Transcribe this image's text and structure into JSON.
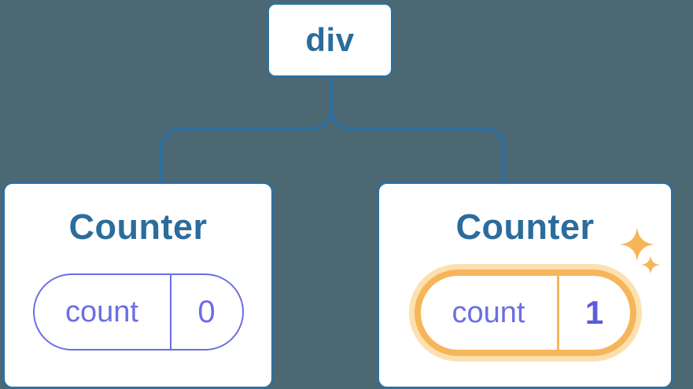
{
  "diagram": {
    "type": "component-tree",
    "background": "#4C6872",
    "root": {
      "label": "div"
    },
    "children": [
      {
        "title": "Counter",
        "state_key": "count",
        "state_value": "0",
        "highlighted": false
      },
      {
        "title": "Counter",
        "state_key": "count",
        "state_value": "1",
        "highlighted": true
      }
    ],
    "colors": {
      "node_border": "#2F6F9D",
      "node_text": "#2B6C9C",
      "connector": "#2F6F9D",
      "state_purple": "#6B6EE4",
      "state_value_highlight": "#5A5ED8",
      "highlight_orange": "#F7B55A",
      "highlight_glow": "#FCE0AF",
      "card_background": "#FFFFFF",
      "background": "#4C6872"
    },
    "icons": {
      "highlight": "sparkles-icon"
    }
  }
}
